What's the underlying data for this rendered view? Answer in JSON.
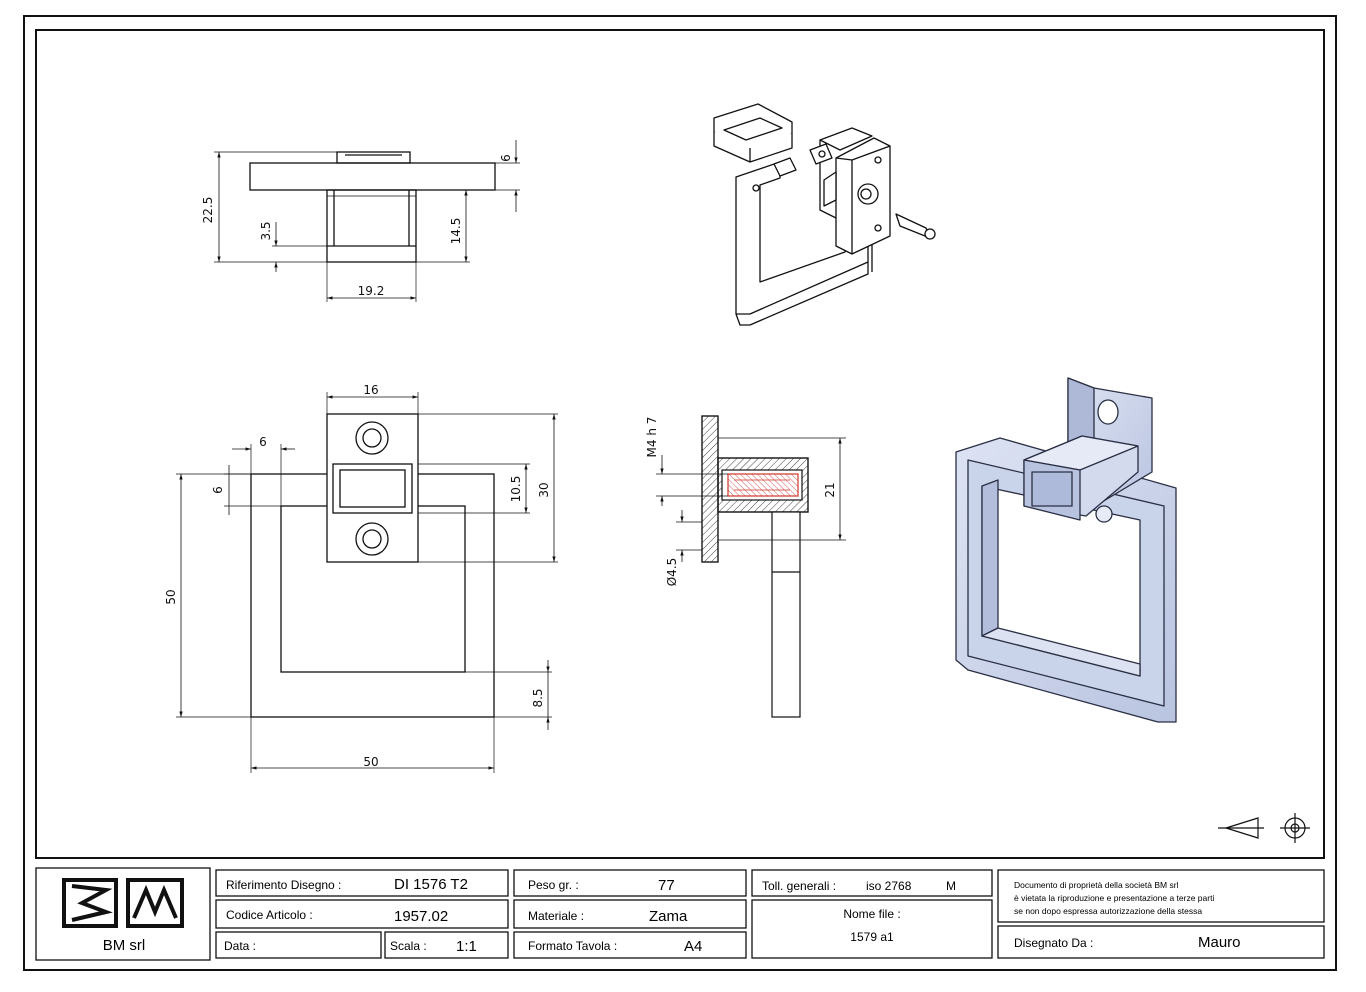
{
  "dimensions": {
    "top_view": {
      "d6": "6",
      "d22_5": "22.5",
      "d3_5": "3.5",
      "d14_5": "14.5",
      "d19_2": "19.2"
    },
    "front_view": {
      "d16": "16",
      "d6a": "6",
      "d6b": "6",
      "d10_5": "10.5",
      "d30": "30",
      "d50v": "50",
      "d8_5": "8.5",
      "d50h": "50"
    },
    "section_view": {
      "m4": "M4 h 7",
      "d21": "21",
      "d4_5": "Ø4.5"
    }
  },
  "title_block": {
    "company": "BM srl",
    "rif_label": "Riferimento Disegno :",
    "rif_value": "DI 1576 T2",
    "codice_label": "Codice Articolo :",
    "codice_value": "1957.02",
    "data_label": "Data :",
    "data_value": "",
    "scala_label": "Scala :",
    "scala_value": "1:1",
    "peso_label": "Peso gr. :",
    "peso_value": "77",
    "materiale_label": "Materiale :",
    "materiale_value": "Zama",
    "formato_label": "Formato Tavola :",
    "formato_value": "A4",
    "toll_label": "Toll. generali :",
    "toll_value": "iso 2768",
    "toll_class": "M",
    "nome_label": "Nome file :",
    "nome_value": "1579 a1",
    "notice_1": "Documento di proprietà della società BM srl",
    "notice_2": "è vietata la riproduzione e presentazione a terze parti",
    "notice_3": "se non dopo espressa autorizzazione della stessa",
    "disegnato_label": "Disegnato Da :",
    "disegnato_value": "Mauro"
  },
  "colors": {
    "line": "#111111",
    "part_fill": "#c9d3ea",
    "part_edge": "#2a2f44",
    "section_hatch": "#d0342c"
  }
}
